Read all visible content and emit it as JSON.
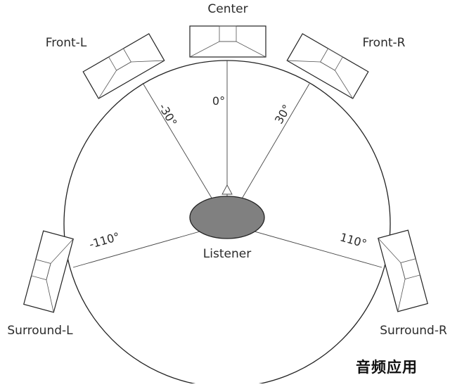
{
  "speakers": {
    "center": "Center",
    "front_l": "Front-L",
    "front_r": "Front-R",
    "surround_l": "Surround-L",
    "surround_r": "Surround-R"
  },
  "angles": {
    "center": "0°",
    "front_l": "-30°",
    "front_r": "30°",
    "surround_l": "-110°",
    "surround_r": "110°"
  },
  "listener": "Listener",
  "watermark": "音频应用",
  "colors": {
    "line": "#222222",
    "listener_fill": "#808080",
    "background": "#ffffff"
  }
}
